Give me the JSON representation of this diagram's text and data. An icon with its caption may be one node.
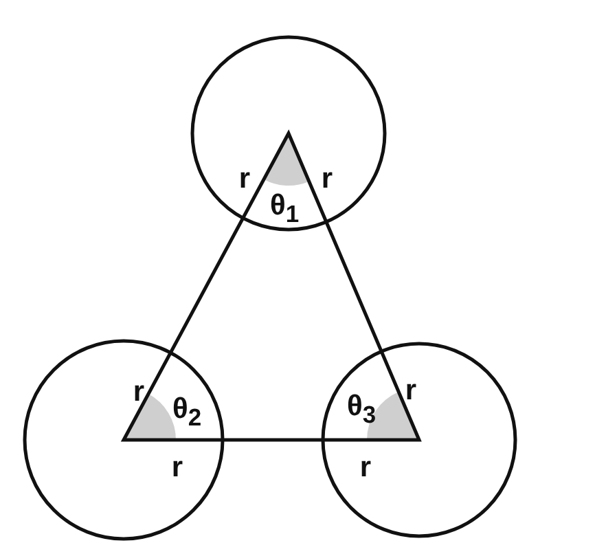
{
  "diagram": {
    "labels": [
      "r",
      "r",
      "θ$_{1}$",
      "r",
      "θ$_{2}$",
      "θ$_{3}$",
      "r",
      "r",
      "r"
    ]
  }
}
